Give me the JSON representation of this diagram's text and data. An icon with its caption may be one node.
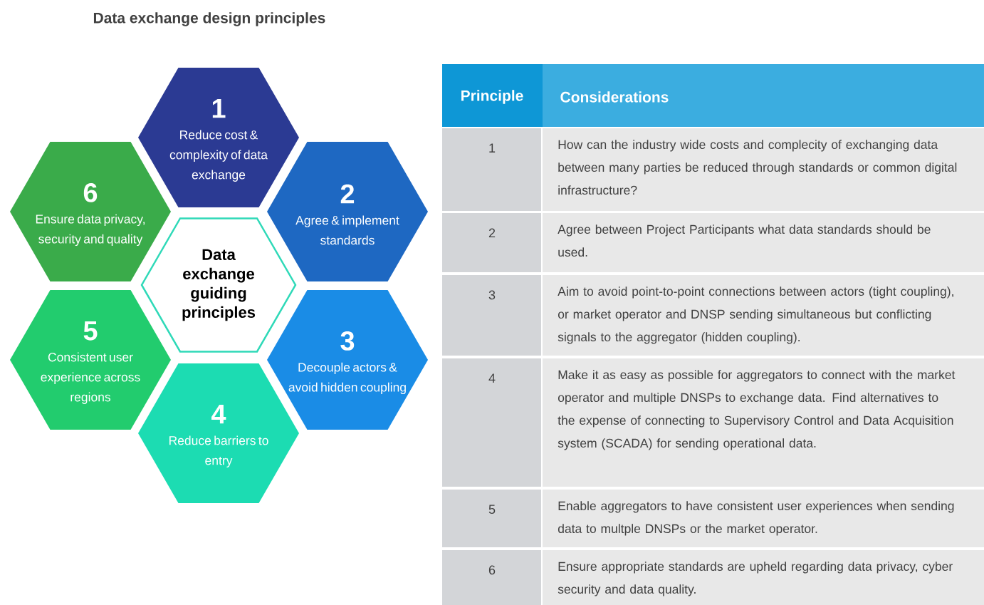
{
  "diagram": {
    "title": "Data exchange design principles",
    "nodes": [
      {
        "text": [
          "1",
          "Reduce cost & complexity of data exchange"
        ]
      },
      {
        "text": [
          "2",
          "Agree & implement standards"
        ]
      },
      {
        "text": [
          "3",
          "Decouple actors & avoid hidden coupling"
        ]
      },
      {
        "text": [
          "4",
          "Reduce barriers to entry"
        ]
      },
      {
        "text": [
          "5",
          "Consistent user experience across regions"
        ]
      },
      {
        "text": [
          "6",
          "Ensure data privacy, security and quality"
        ]
      },
      {
        "text": [
          "Data exchange guiding principles"
        ]
      }
    ],
    "labels": [
      "Principle",
      "Considerations",
      "1",
      "How can the industry wide costs and complecity of exchanging data between many parties be reduced through standards or common digital infrastructure?",
      "2",
      "Agree between Project Participants what data standards should be used.",
      "3",
      "Aim to avoid point-to-point connections between actors (tight coupling), or market operator and DNSP sending simultaneous but conflicting signals to the aggregator (hidden coupling).",
      "4",
      "Make it as easy as possible for aggregators to connect with the market operator and multiple DNSPs to exchange data. Find alternatives to the expense of connecting to Supervisory Control and Data Acquisition system (SCADA) for sending operational data.",
      "5",
      "Enable aggregators to have consistent user experiences when sending data to multple DNSPs or the market operator.",
      "6",
      "Ensure appropriate standards are upheld regarding data privacy, cyber security and data quality."
    ]
  }
}
